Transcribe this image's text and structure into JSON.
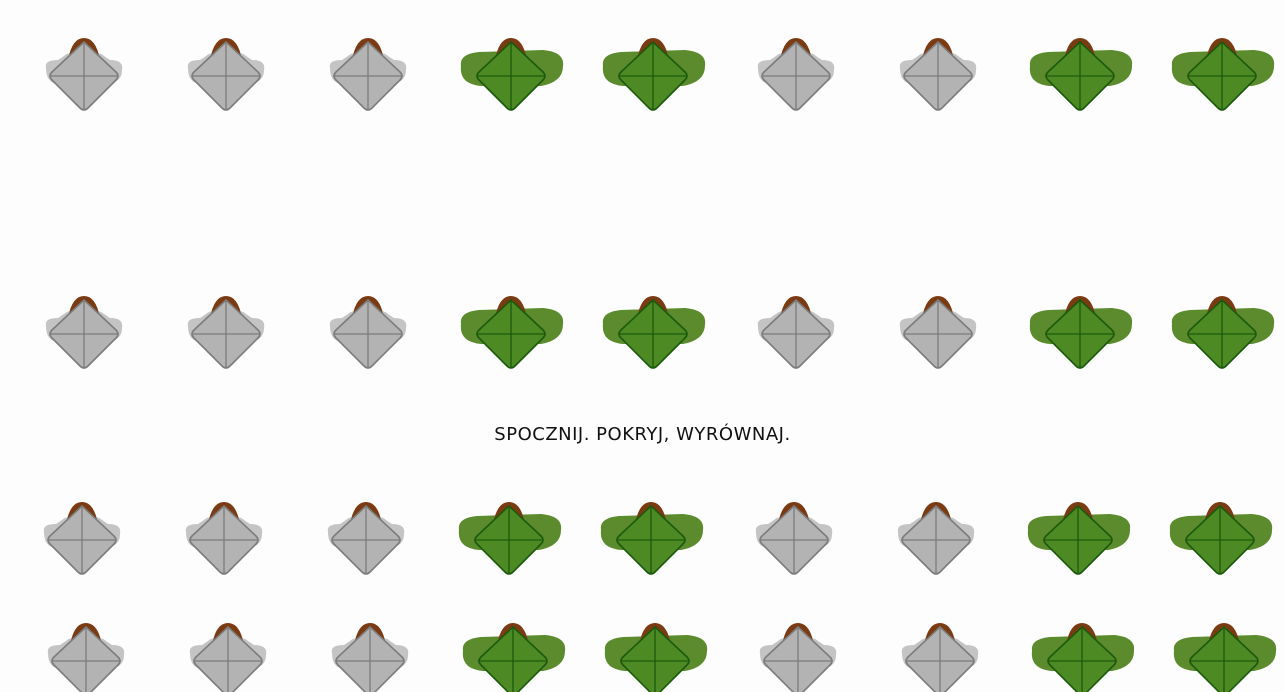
{
  "command_text": "SPOCZNIJ. POKRYJ, WYRÓWNAJ.",
  "colors": {
    "background": "#fdfdfd",
    "helmet": "#7a3a12",
    "gray_body": "#c4c4c4",
    "gray_pack": "#b3b3b3",
    "gray_outline": "#7c7c7c",
    "green_body": "#5b8b2d",
    "green_pack": "#4e8a24",
    "green_outline": "#1b5a0d"
  },
  "unit_type_icon": "soldier-top-view-icon",
  "rows": [
    {
      "units": [
        "gray",
        "gray",
        "gray",
        "green",
        "green",
        "gray",
        "gray",
        "green",
        "green"
      ]
    },
    {
      "units": [
        "gray",
        "gray",
        "gray",
        "green",
        "green",
        "gray",
        "gray",
        "green",
        "green"
      ]
    },
    {
      "units": [
        "gray",
        "gray",
        "gray",
        "green",
        "green",
        "gray",
        "gray",
        "green",
        "green"
      ]
    },
    {
      "units": [
        "gray",
        "gray",
        "gray",
        "green",
        "green",
        "gray",
        "gray",
        "green",
        "green"
      ]
    }
  ]
}
